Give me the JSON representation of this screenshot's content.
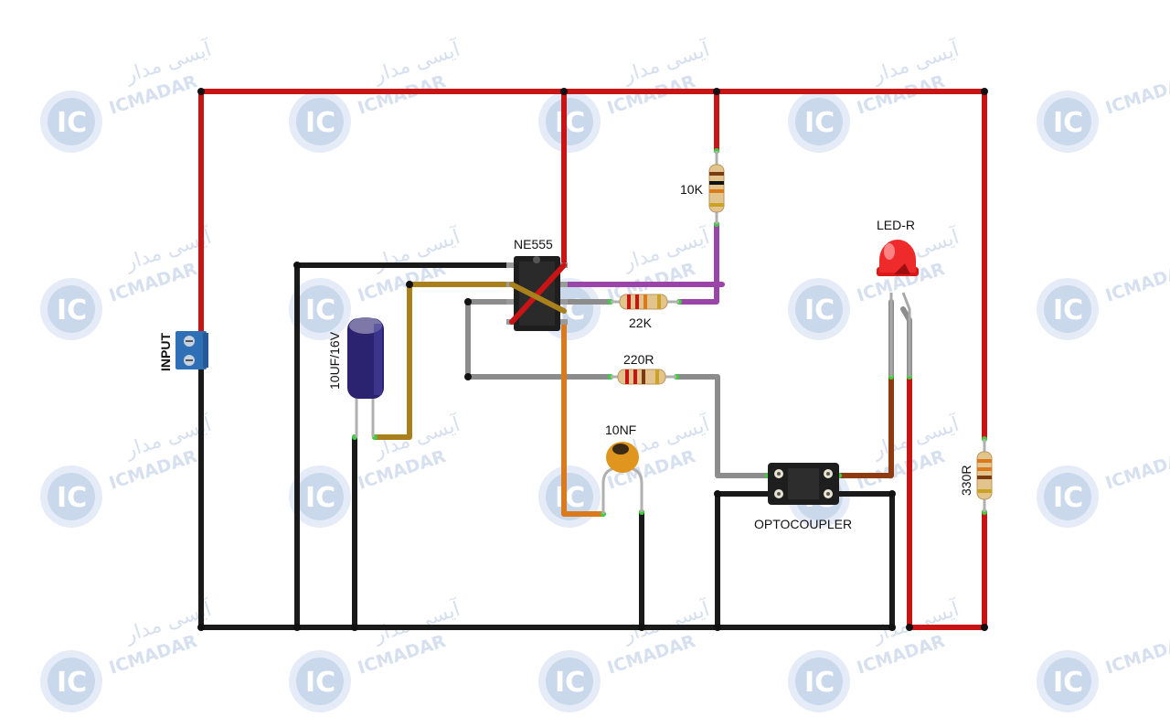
{
  "labels": {
    "ic": "NE555",
    "r1": "10K",
    "r2": "22K",
    "r3": "220R",
    "r4": "330R",
    "cap_elec": "10UF/16V",
    "cap_cer": "10NF",
    "led": "LED-R",
    "opto": "OPTOCOUPLER",
    "input": "INPUT"
  },
  "watermark": {
    "brand": "ICMADAR",
    "brand_fa": "آیسی مدار",
    "logo": "IC"
  },
  "colors": {
    "red_wire": "#c81414",
    "black_wire": "#1a1a1a",
    "purple_wire": "#9a45a8",
    "gold_wire": "#a8801c",
    "gray_wire": "#8c8c8c",
    "orange_wire": "#d97a1e",
    "brown_wire": "#8e3b12",
    "terminal_blue": "#2f6fb5"
  }
}
